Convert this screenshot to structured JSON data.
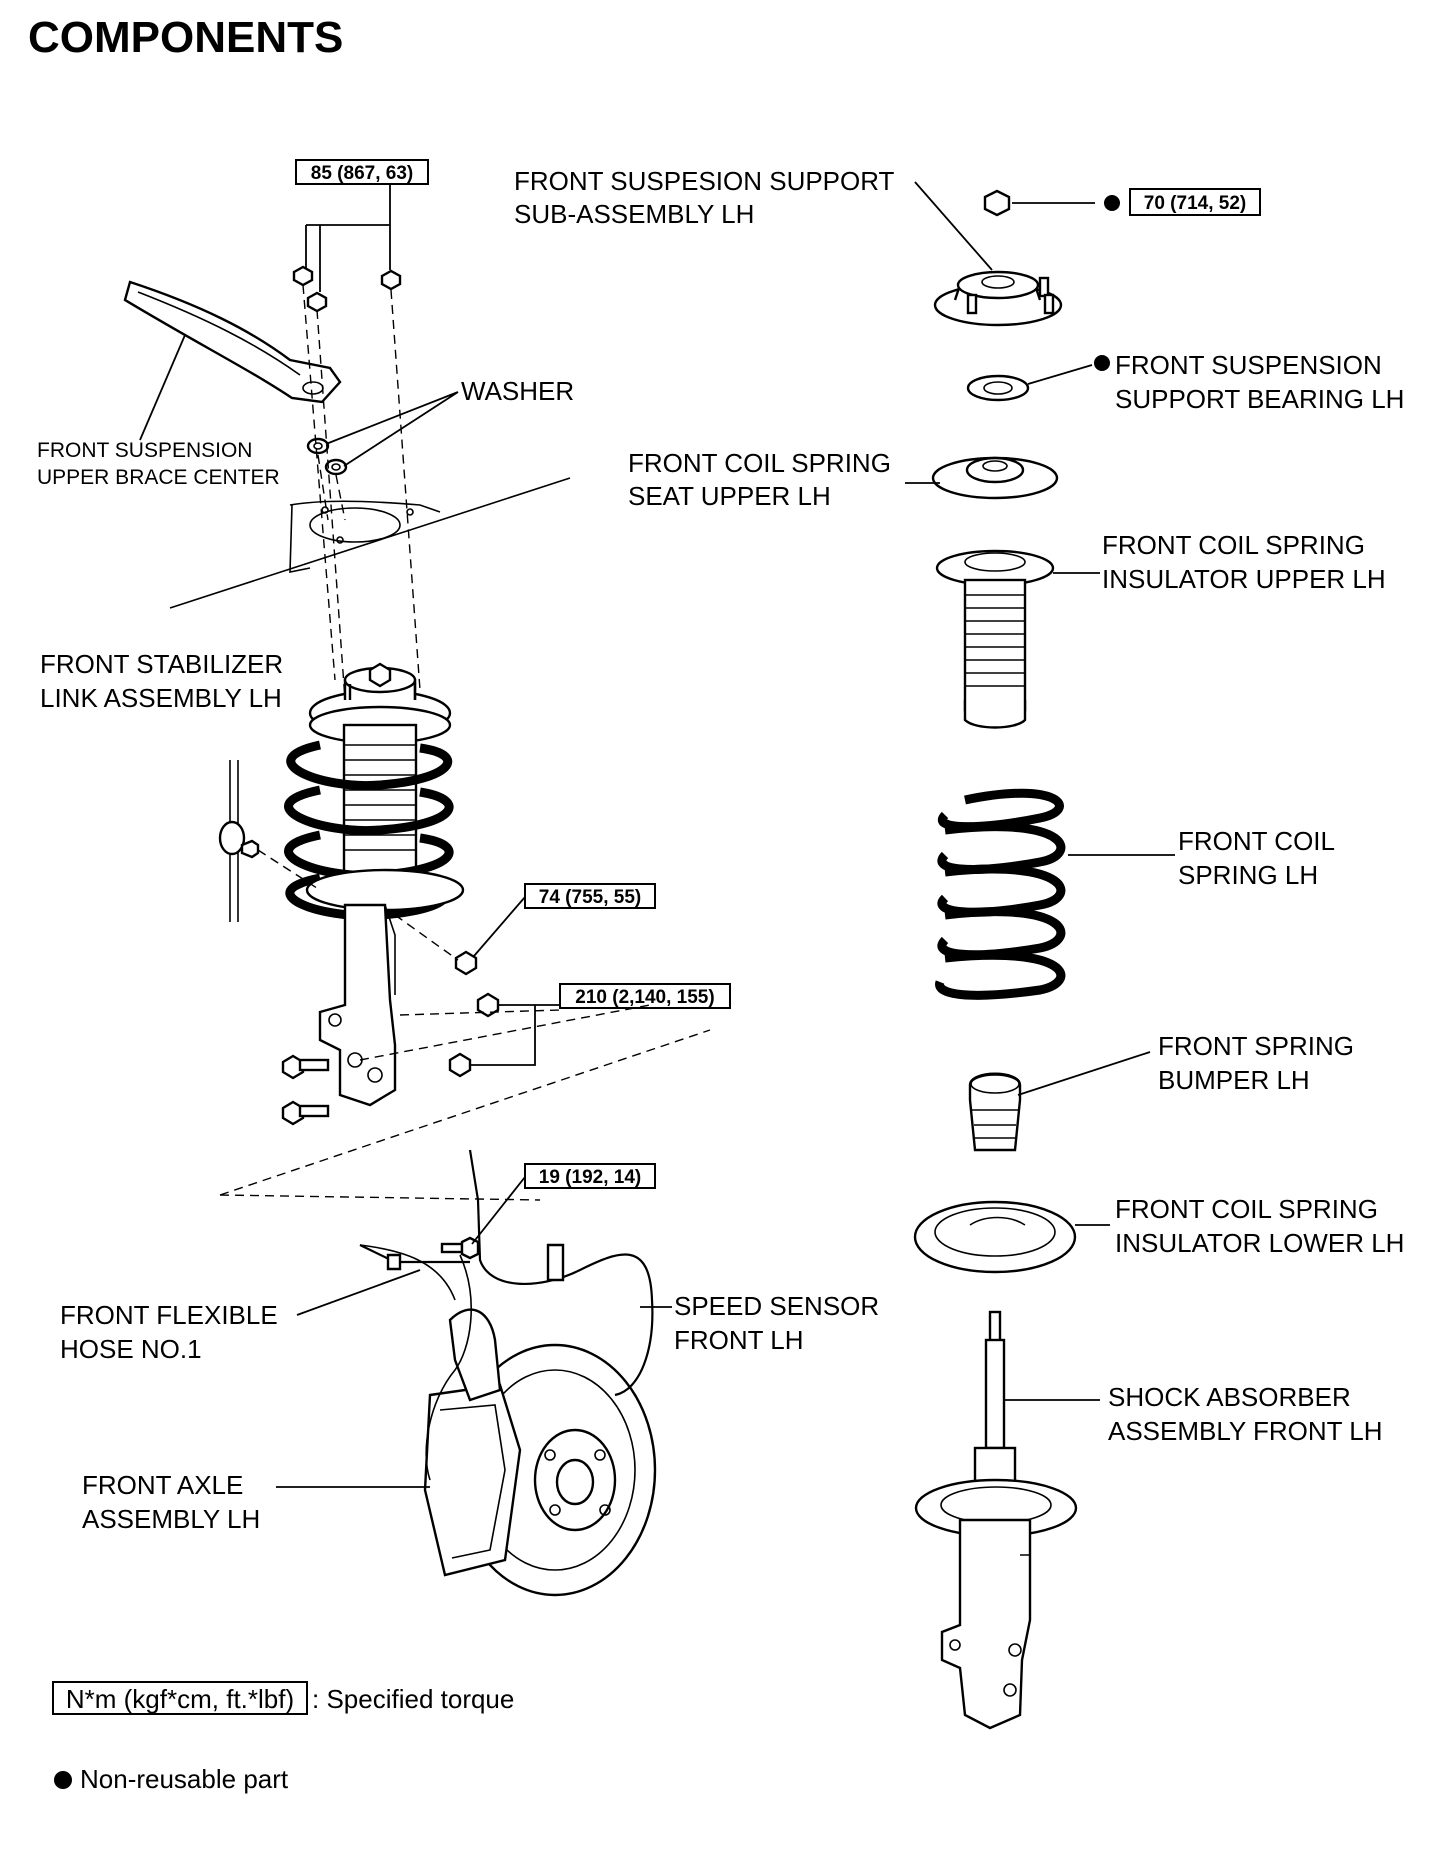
{
  "title": "COMPONENTS",
  "labels": {
    "front_suspension_support": [
      "FRONT SUSPESION SUPPORT",
      "SUB-ASSEMBLY LH"
    ],
    "front_suspension_support_bearing": [
      "FRONT SUSPENSION",
      "SUPPORT BEARING LH"
    ],
    "front_coil_spring_seat_upper": [
      "FRONT COIL SPRING",
      "SEAT UPPER LH"
    ],
    "front_coil_spring_insulator_upper": [
      "FRONT COIL SPRING",
      "INSULATOR UPPER LH"
    ],
    "front_coil_spring": [
      "FRONT COIL",
      "SPRING LH"
    ],
    "front_spring_bumper": [
      "FRONT SPRING",
      "BUMPER LH"
    ],
    "front_coil_spring_insulator_lower": [
      "FRONT COIL SPRING",
      "INSULATOR LOWER LH"
    ],
    "shock_absorber": [
      "SHOCK ABSORBER",
      "ASSEMBLY FRONT LH"
    ],
    "washer": [
      "WASHER"
    ],
    "front_suspension_upper_brace": [
      "FRONT SUSPENSION",
      "UPPER BRACE CENTER"
    ],
    "front_stabilizer_link": [
      "FRONT STABILIZER",
      "LINK ASSEMBLY LH"
    ],
    "front_flexible_hose": [
      "FRONT FLEXIBLE",
      "HOSE NO.1"
    ],
    "speed_sensor": [
      "SPEED SENSOR",
      "FRONT LH"
    ],
    "front_axle": [
      "FRONT AXLE",
      "ASSEMBLY LH"
    ]
  },
  "torques": {
    "brace_nuts": "85 (867, 63)",
    "support_nut": "70 (714, 52)",
    "stabilizer_nut": "74 (755, 55)",
    "knuckle_bolts": "210 (2,140, 155)",
    "hose_bolt": "19 (192, 14)"
  },
  "legend": {
    "torque_unit": "N*m (kgf*cm, ft.*lbf)",
    "torque_text": ": Specified torque",
    "nonreusable_text": "Non-reusable part"
  }
}
